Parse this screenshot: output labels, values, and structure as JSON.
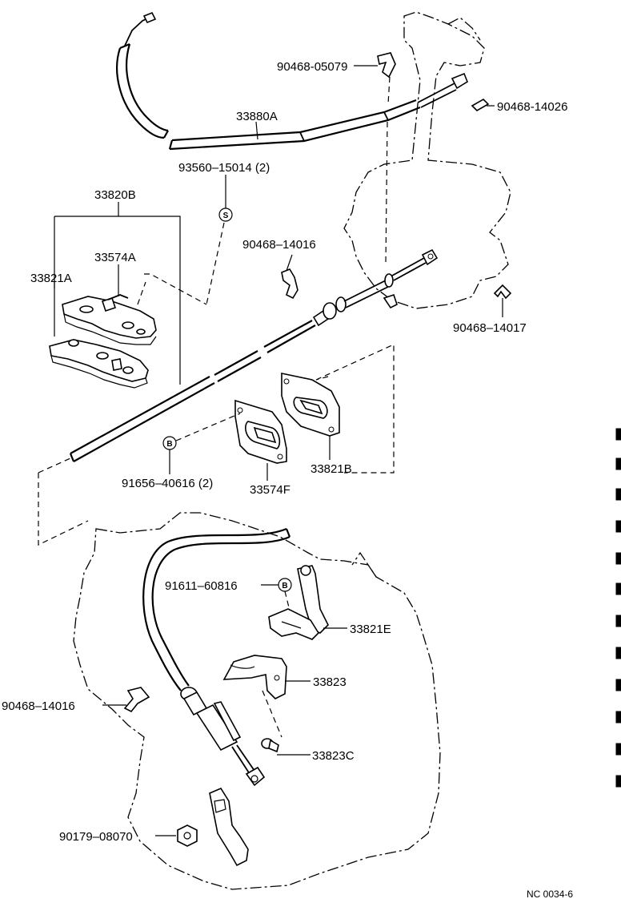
{
  "callouts": {
    "p90468_05079": "90468-05079",
    "p90468_14026": "90468-14026",
    "p33880A": "33880A",
    "p93560_15014": "93560–15014 (2)",
    "p33820B": "33820B",
    "p33574A": "33574A",
    "p33821A": "33821A",
    "p90468_14016_top": "90468–14016",
    "p90468_14017": "90468–14017",
    "p91656_40616": "91656–40616 (2)",
    "p33574F": "33574F",
    "p33821B": "33821B",
    "p91611_60816": "91611–60816",
    "p33821E": "33821E",
    "p33823": "33823",
    "p90468_14016_bottom": "90468–14016",
    "p33823C": "33823C",
    "p90179_08070": "90179–08070"
  },
  "symbols": {
    "s": "S",
    "b": "B"
  },
  "figure_code": "NC 0034-6"
}
